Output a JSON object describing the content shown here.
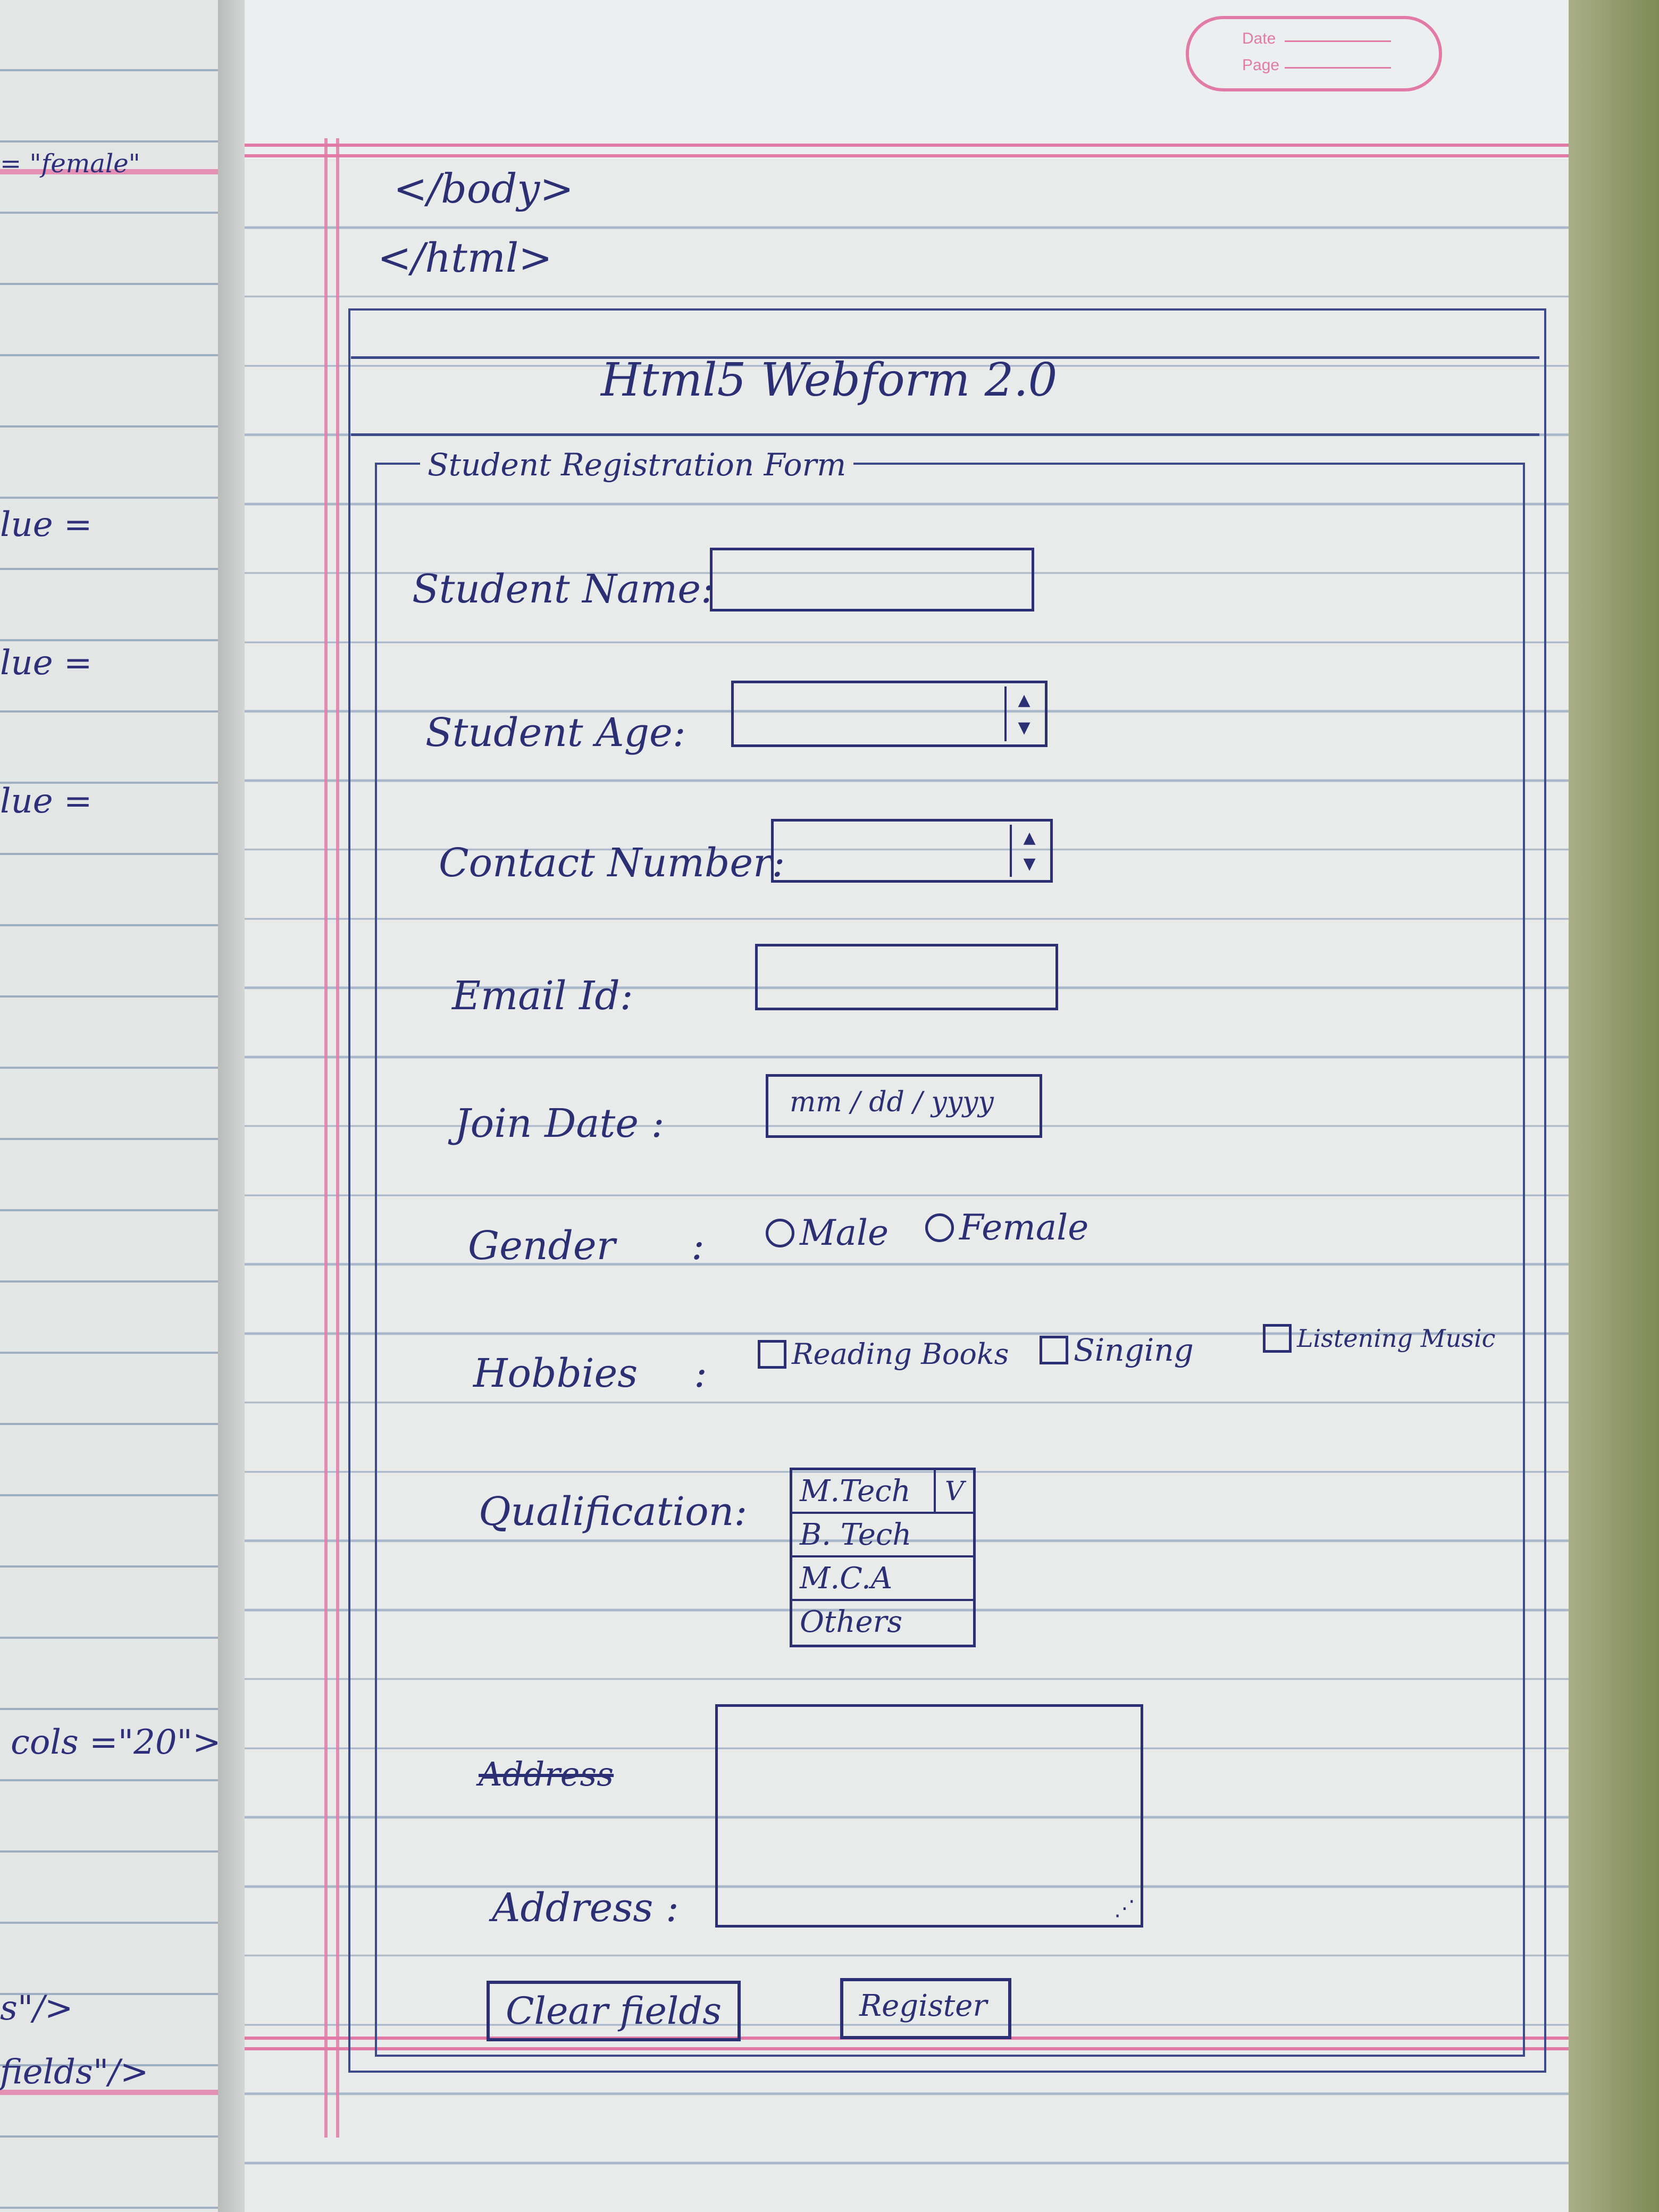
{
  "left_page": {
    "notes": [
      "= \"female\"",
      "lue =",
      "lue =",
      "lue =",
      "cols =\"20\">",
      "s\"/>",
      "fields\"/>"
    ]
  },
  "header": {
    "date_label": "Date",
    "page_label": "Page"
  },
  "code_lines": [
    "</body>",
    "</html>"
  ],
  "form": {
    "window_title": "Html5 Webform 2.0",
    "legend": "Student Registration Form",
    "fields": {
      "student_name_label": "Student Name:",
      "student_age_label": "Student Age:",
      "contact_number_label": "Contact Number:",
      "email_label": "Email Id:",
      "join_date_label": "Join Date :",
      "join_date_placeholder": "mm / dd / yyyy",
      "gender_label": "Gender",
      "gender_sep": ":",
      "gender_options": [
        "Male",
        "Female"
      ],
      "hobbies_label": "Hobbies",
      "hobbies_sep": ":",
      "hobbies_options": [
        "Reading Books",
        "Singing",
        "Listening Music"
      ],
      "qualification_label": "Qualification:",
      "qualification_selected": "M.Tech",
      "qualification_options": [
        "B. Tech",
        "M.C.A",
        "Others"
      ],
      "address_strike": "Address",
      "address_label": "Address :"
    },
    "buttons": {
      "clear": "Clear fields",
      "register": "Register"
    }
  }
}
